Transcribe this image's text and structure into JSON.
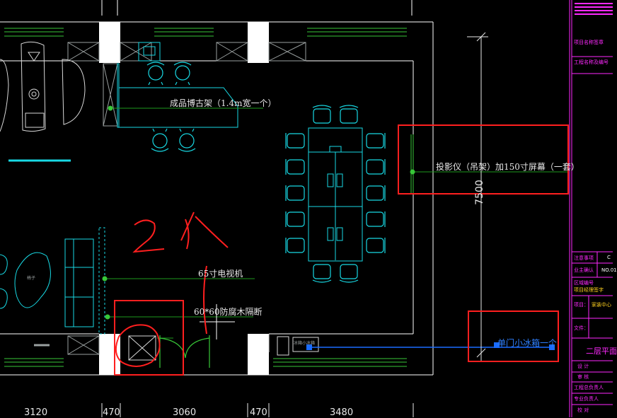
{
  "drawing": {
    "annotations": {
      "display_shelf": "成品博古架（1.4m宽一个）",
      "projector": "投影仪（吊架）加150寸屏幕（一套）",
      "tv": "65寸电视机",
      "partition": "60*60防腐木隔断",
      "fridge": "单门小冰箱一个",
      "fridge_box_label": "冰箱小冰箱",
      "handwritten_count": "2个"
    },
    "dimensions": {
      "vertical": "7500",
      "bottom": [
        "3120",
        "470",
        "3060",
        "470",
        "3480"
      ]
    },
    "chair_label": "椅子"
  },
  "title_block": {
    "rows": [
      "项目名称签章",
      "工程名称及编号",
      "注意事项",
      "业主确认",
      "区域编号",
      "项目经理签字",
      "项目：",
      "文件：",
      "二层平面",
      "设 计",
      "审 核",
      "工程总负责人",
      "专业负责人",
      "校 对"
    ],
    "partial": [
      "C",
      "NO.01",
      "家装中心"
    ]
  },
  "colors": {
    "wall": "#ffffff",
    "furniture": "#18d9e4",
    "shelf": "#40e0ff",
    "green": "#38c838",
    "green_dim": "#1e9a1e",
    "red_markup": "#ff1f1f",
    "title_magenta": "#ff29ff",
    "fridge_blue": "#1a6cff",
    "dim_white": "#e7e7e7"
  }
}
